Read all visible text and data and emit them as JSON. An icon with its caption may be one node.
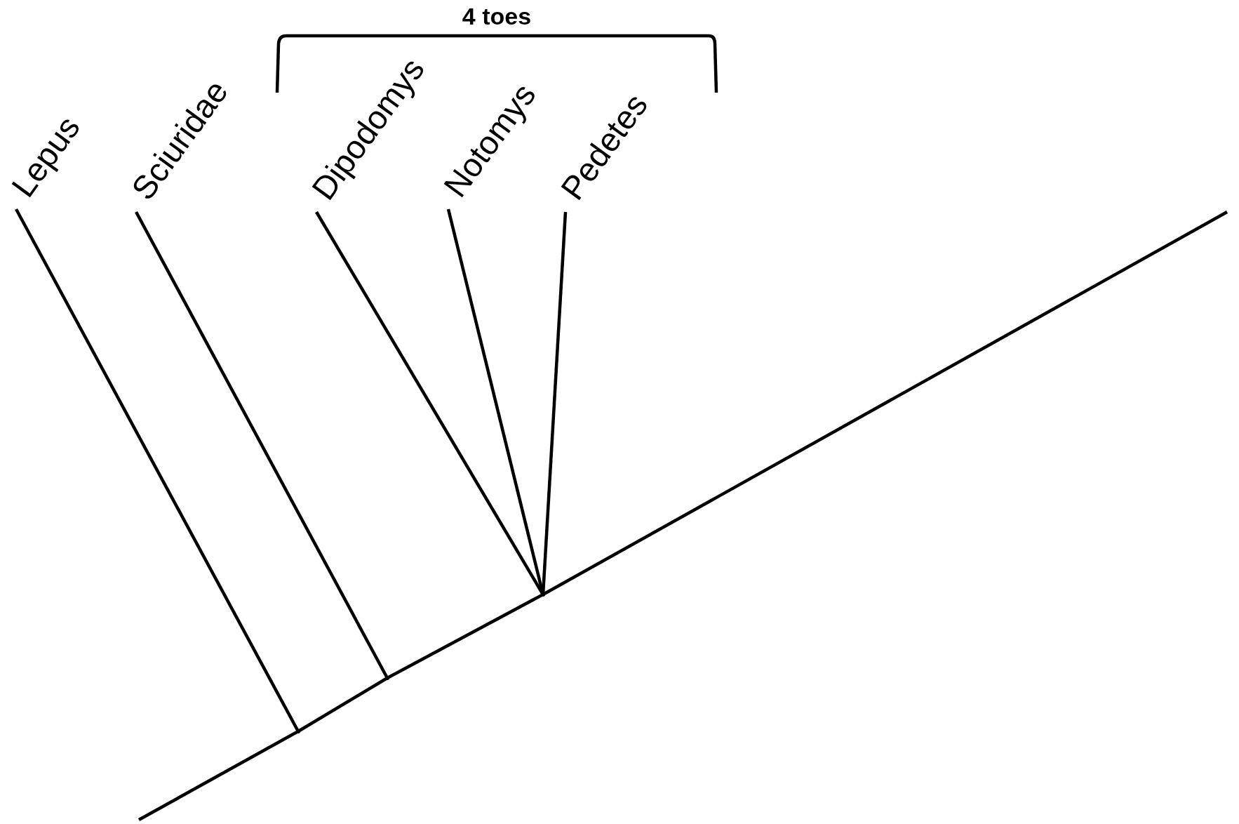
{
  "diagram": {
    "nodes": [
      {
        "text": [
          "Lepus"
        ]
      },
      {
        "text": [
          "Sciuridae"
        ]
      },
      {
        "text": [
          "Dipodomys"
        ]
      },
      {
        "text": [
          "Notomys"
        ]
      },
      {
        "text": [
          "Pedetes"
        ]
      },
      {
        "text": [],
        "shape": "point"
      },
      {
        "text": [],
        "shape": "point"
      },
      {
        "text": [],
        "shape": "point"
      }
    ],
    "edges": [
      {
        "from": null,
        "to": 5,
        "arrow": "none"
      },
      {
        "from": 5,
        "to": 6,
        "arrow": "none"
      },
      {
        "from": 6,
        "to": 7,
        "arrow": "none"
      },
      {
        "from": 7,
        "to": null,
        "arrow": "none"
      },
      {
        "from": 5,
        "to": 0,
        "arrow": "none"
      },
      {
        "from": 6,
        "to": 1,
        "arrow": "none"
      },
      {
        "from": 7,
        "to": 2,
        "arrow": "none"
      },
      {
        "from": 7,
        "to": 3,
        "arrow": "none"
      },
      {
        "from": 7,
        "to": 4,
        "arrow": "none"
      }
    ],
    "labels": [
      "4 toes"
    ]
  }
}
